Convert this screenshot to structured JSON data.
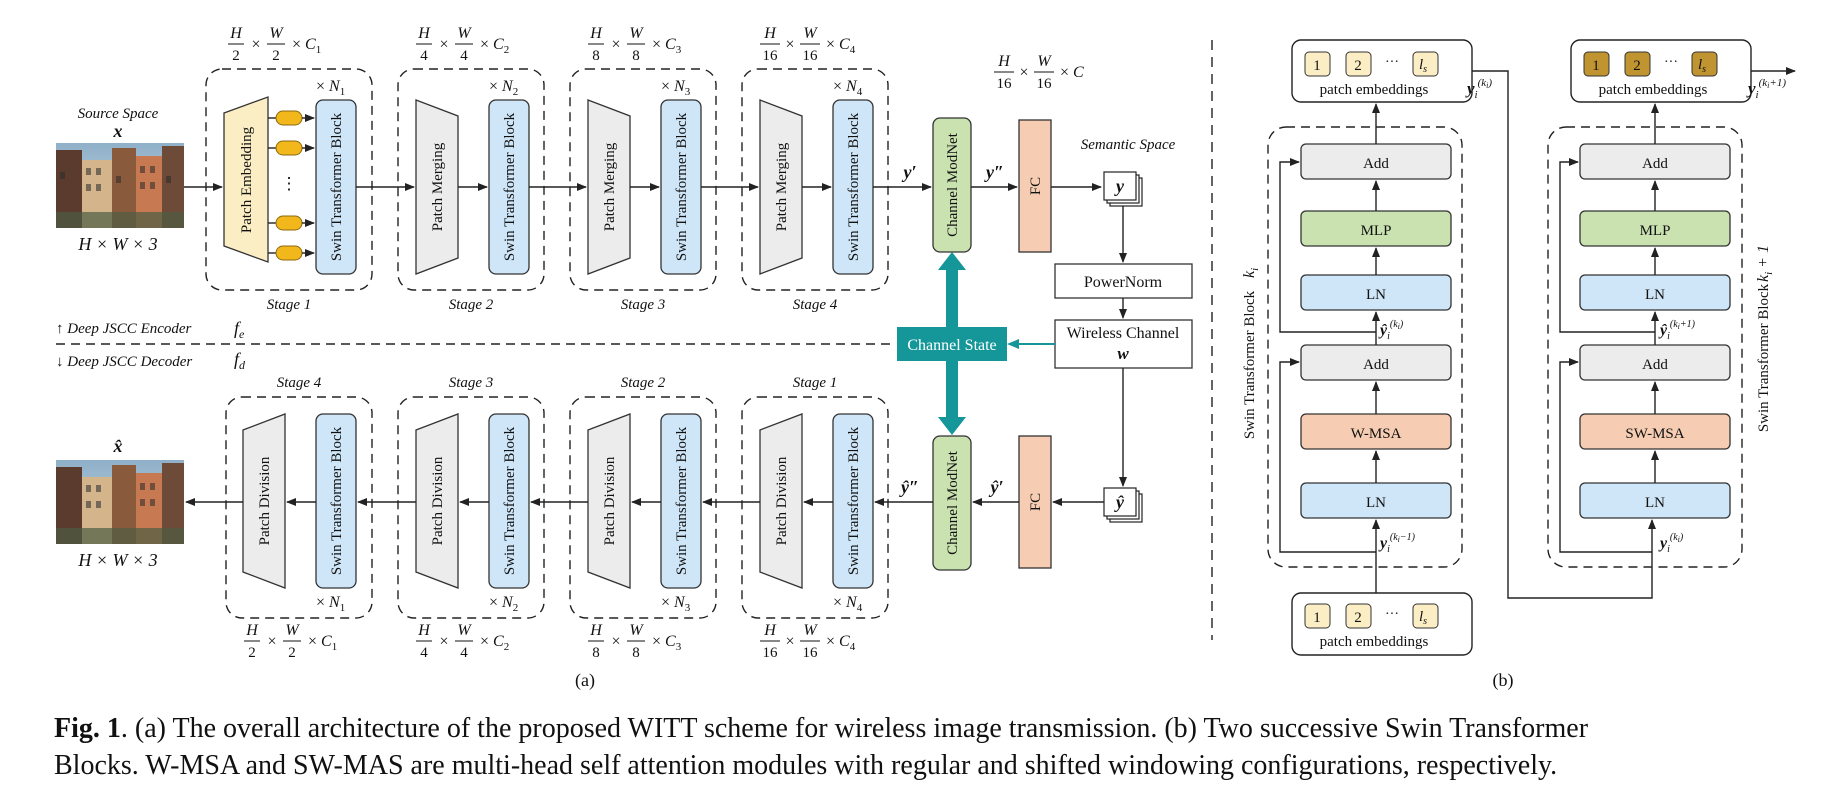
{
  "colors": {
    "patch_embedding_fill": "#fbeec5",
    "swin_block_fill": "#cfe6f8",
    "merging_fill": "#ececec",
    "modnet_fill": "#c9e2b0",
    "fc_fill": "#f6cdb3",
    "channel_state_fill": "#15979a",
    "token_fill": "#f2b81b",
    "add_fill": "#ececec",
    "mlp_fill": "#c9e2b0",
    "ln_fill": "#cfe6f8",
    "msa_fill": "#f6cdb3",
    "emb_light": "#fbeec5",
    "emb_dark": "#c09431"
  },
  "panel_a": {
    "source_space": "Source Space",
    "x_label": "x",
    "input_dims": "H × W × 3",
    "output_x": "x̂",
    "output_dims": "H × W × 3",
    "encoder_label": "↑ Deep JSCC Encoder",
    "decoder_label": "↓ Deep JSCC Decoder",
    "fe": "f",
    "fe_sub": "e",
    "fd": "f",
    "fd_sub": "d",
    "patch_embedding": "Patch Embedding",
    "ellipsis": "⋮",
    "encoder_stages": [
      {
        "stage": "Stage 1",
        "op": "Patch Embedding",
        "block": "Swin Transformer Block",
        "n": "N",
        "n_sub": "1",
        "den": "2",
        "c": "1"
      },
      {
        "stage": "Stage 2",
        "op": "Patch Merging",
        "block": "Swin Transformer Block",
        "n": "N",
        "n_sub": "2",
        "den": "4",
        "c": "2"
      },
      {
        "stage": "Stage 3",
        "op": "Patch Merging",
        "block": "Swin Transformer Block",
        "n": "N",
        "n_sub": "3",
        "den": "8",
        "c": "3"
      },
      {
        "stage": "Stage 4",
        "op": "Patch Merging",
        "block": "Swin Transformer Block",
        "n": "N",
        "n_sub": "4",
        "den": "16",
        "c": "4"
      }
    ],
    "decoder_stages": [
      {
        "stage": "Stage 4",
        "op": "Patch Division",
        "block": "Swin Transformer Block",
        "n": "N",
        "n_sub": "1",
        "den": "2",
        "c": "1"
      },
      {
        "stage": "Stage 3",
        "op": "Patch Division",
        "block": "Swin Transformer Block",
        "n": "N",
        "n_sub": "2",
        "den": "4",
        "c": "2"
      },
      {
        "stage": "Stage 2",
        "op": "Patch Division",
        "block": "Swin Transformer Block",
        "n": "N",
        "n_sub": "3",
        "den": "8",
        "c": "3"
      },
      {
        "stage": "Stage 1",
        "op": "Patch Division",
        "block": "Swin Transformer Block",
        "n": "N",
        "n_sub": "4",
        "den": "16",
        "c": "4"
      }
    ],
    "latent_dims_den": "16",
    "latent_dims_c": "C",
    "y_prime": "y′",
    "y_dprime": "y″",
    "y_hat_prime": "ŷ′",
    "y_hat_dprime": "ŷ″",
    "channel_modnet": "Channel ModNet",
    "fc": "FC",
    "semantic_space": "Semantic Space",
    "y": "y",
    "y_hat": "ŷ",
    "power_norm": "PowerNorm",
    "wireless_channel": "Wireless Channel",
    "w": "w",
    "channel_state": "Channel State",
    "sublabel": "(a)"
  },
  "panel_b": {
    "emb_items": [
      "1",
      "2",
      "···",
      "l"
    ],
    "emb_last_sub": "s",
    "patch_embeddings": "patch embeddings",
    "block1": {
      "name": "Swin Transformer Block",
      "k": "k",
      "k_sub": "i",
      "layers": [
        "Add",
        "MLP",
        "LN",
        "Add",
        "W-MSA",
        "LN"
      ],
      "mid_label": "(k",
      "mid_sub": "i",
      "in_sup": "(k",
      "in_sub": "i",
      "in_tail": "−1)",
      "out_sup": "(k",
      "out_sub": "i"
    },
    "block2": {
      "name": "Swin Transformer Block",
      "k": "k",
      "k_sub": "i",
      "k_tail": " + 1",
      "layers": [
        "Add",
        "MLP",
        "LN",
        "Add",
        "SW-MSA",
        "LN"
      ]
    },
    "sublabel": "(b)"
  },
  "caption": {
    "bold": "Fig. 1",
    "line1": ". (a) The overall architecture of the proposed WITT scheme for wireless image transmission. (b) Two successive Swin Transformer",
    "line2": "Blocks. W-MSA and SW-MAS are multi-head self attention modules with regular and shifted windowing configurations, respectively."
  }
}
